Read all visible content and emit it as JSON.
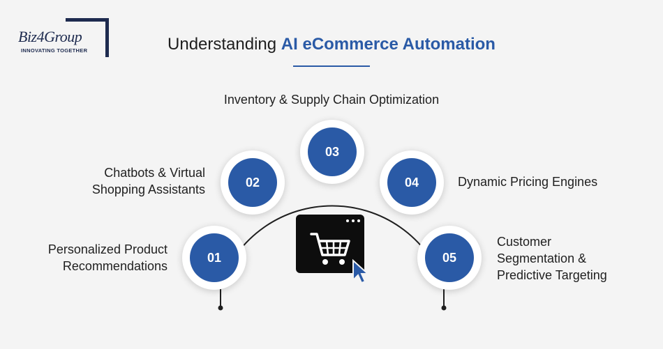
{
  "logo": {
    "word": "Biz4Group",
    "tagline": "INNOVATING TOGETHER"
  },
  "header": {
    "title_plain": "Understanding ",
    "title_accent": "AI eCommerce Automation"
  },
  "colors": {
    "accent": "#2a5aa6",
    "dark": "#1e2b4f",
    "background": "#f4f4f4"
  },
  "center_icon": "shopping-cart-browser-icon",
  "steps": [
    {
      "number": "01",
      "label_line1": "Personalized Product",
      "label_line2": "Recommendations",
      "label_line3": ""
    },
    {
      "number": "02",
      "label_line1": "Chatbots & Virtual",
      "label_line2": "Shopping Assistants",
      "label_line3": ""
    },
    {
      "number": "03",
      "label_line1": "Inventory & Supply Chain Optimization",
      "label_line2": "",
      "label_line3": ""
    },
    {
      "number": "04",
      "label_line1": "Dynamic Pricing Engines",
      "label_line2": "",
      "label_line3": ""
    },
    {
      "number": "05",
      "label_line1": "Customer",
      "label_line2": "Segmentation &",
      "label_line3": "Predictive Targeting"
    }
  ]
}
